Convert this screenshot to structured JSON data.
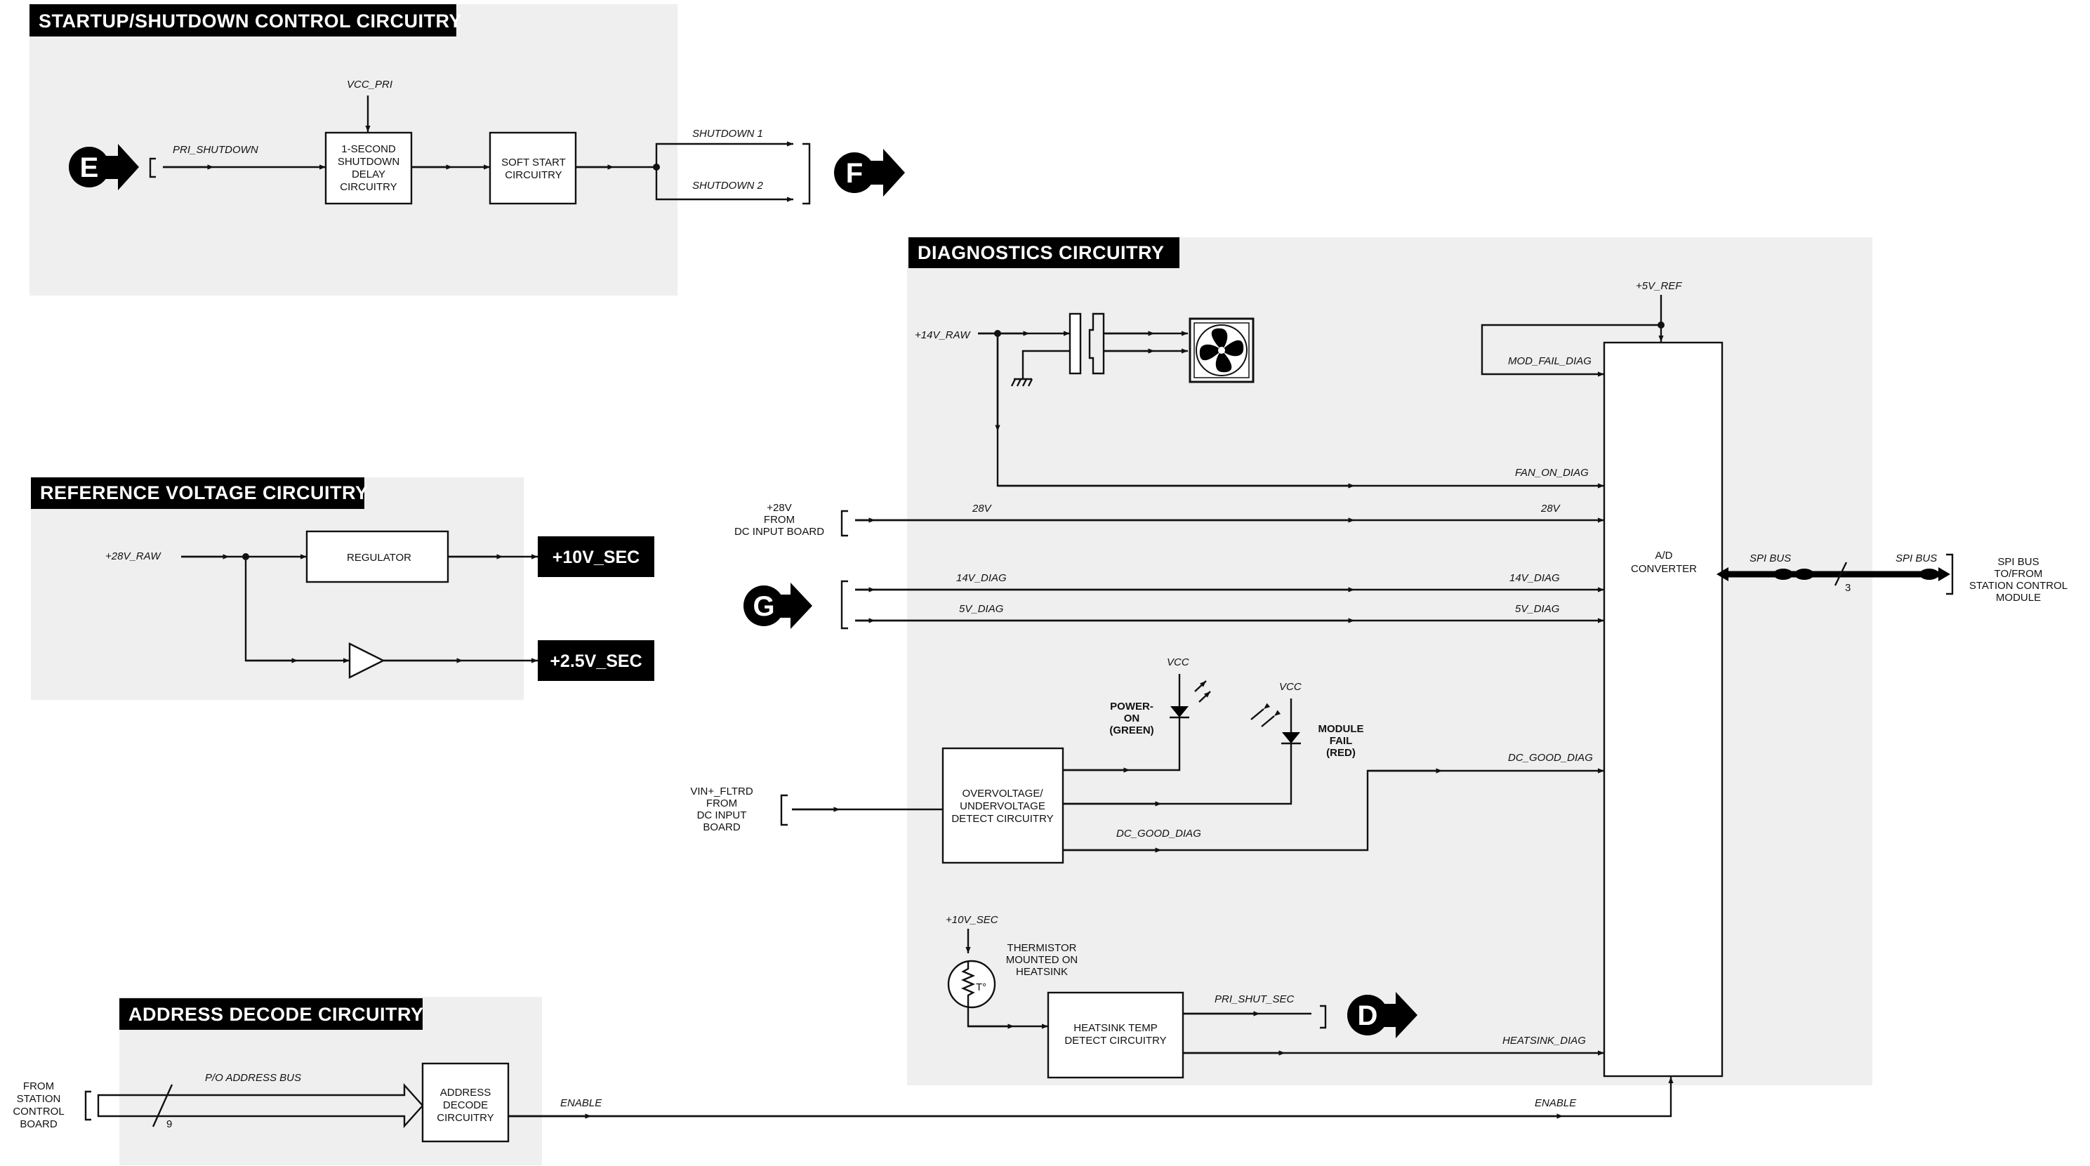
{
  "sections": {
    "startup": "STARTUP/SHUTDOWN CONTROL CIRCUITRY",
    "reference": "REFERENCE VOLTAGE CIRCUITRY",
    "address": "ADDRESS DECODE CIRCUITRY",
    "diagnostics": "DIAGNOSTICS CIRCUITRY"
  },
  "blocks": {
    "shutdown_delay": [
      "1-SECOND",
      "SHUTDOWN",
      "DELAY",
      "CIRCUITRY"
    ],
    "soft_start": [
      "SOFT START",
      "CIRCUITRY"
    ],
    "regulator": "REGULATOR",
    "address_decode": [
      "ADDRESS",
      "DECODE",
      "CIRCUITRY"
    ],
    "ad_converter": [
      "A/D",
      "CONVERTER"
    ],
    "ov_uv_detect": [
      "OVERVOLTAGE/",
      "UNDERVOLTAGE",
      "DETECT CIRCUITRY"
    ],
    "heatsink_detect": [
      "HEATSINK TEMP",
      "DETECT CIRCUITRY"
    ]
  },
  "outputs": {
    "v10": "+10V_SEC",
    "v25": "+2.5V_SEC"
  },
  "connectors": {
    "e": "E",
    "f": "F",
    "g": "G",
    "d": "D"
  },
  "signals": {
    "vcc_pri": "VCC_PRI",
    "pri_shutdown": "PRI_SHUTDOWN",
    "shutdown1": "SHUTDOWN 1",
    "shutdown2": "SHUTDOWN 2",
    "v28_raw": "+28V_RAW",
    "v5_ref": "+5V_REF",
    "v14_raw": "+14V_RAW",
    "mod_fail_diag": "MOD_FAIL_DIAG",
    "fan_on_diag": "FAN_ON_DIAG",
    "v28": "28V",
    "v14_diag": "14V_DIAG",
    "v5_diag": "5V_DIAG",
    "vcc": "VCC",
    "dc_good_diag": "DC_GOOD_DIAG",
    "v10_sec": "+10V_SEC",
    "pri_shut_sec": "PRI_SHUT_SEC",
    "heatsink_diag": "HEATSINK_DIAG",
    "spi_bus": "SPI BUS",
    "bus_width_spi": "3",
    "po_address_bus": "P/O ADDRESS BUS",
    "bus_width_addr": "9",
    "enable": "ENABLE"
  },
  "labels": {
    "from_dc_input_28v": [
      "+28V",
      "FROM",
      "DC INPUT BOARD"
    ],
    "vin_fltrd": [
      "VIN+_FLTRD",
      "FROM",
      "DC INPUT",
      "BOARD"
    ],
    "spi_to_from": [
      "SPI BUS",
      "TO/FROM",
      "STATION CONTROL",
      "MODULE"
    ],
    "from_station": [
      "FROM",
      "STATION",
      "CONTROL",
      "BOARD"
    ],
    "power_on": [
      "POWER-",
      "ON",
      "(GREEN)"
    ],
    "module_fail": [
      "MODULE",
      "FAIL",
      "(RED)"
    ],
    "thermistor": [
      "THERMISTOR",
      "MOUNTED ON",
      "HEATSINK"
    ],
    "thermistor_symbol": "T°"
  },
  "colors": {
    "panel": "#efefef",
    "title_bg": "#000000",
    "line": "#111111"
  }
}
